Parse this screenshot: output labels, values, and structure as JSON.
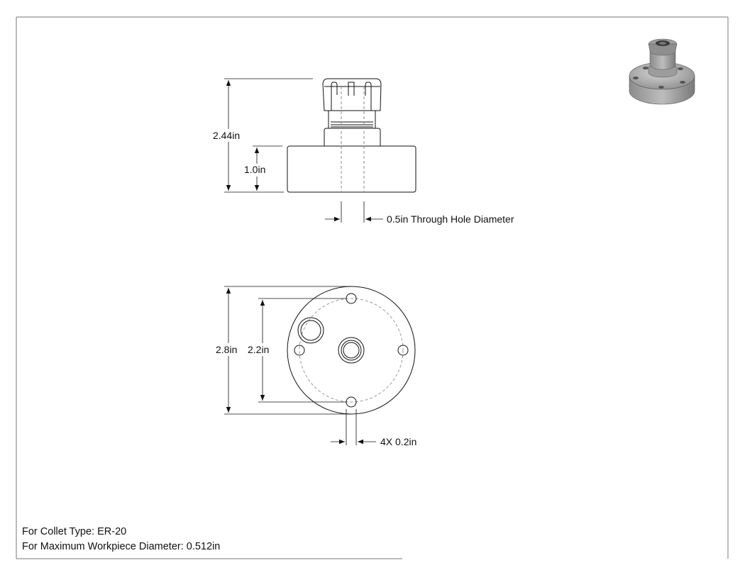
{
  "dimensions": {
    "total_height": "2.44in",
    "base_height": "1.0in",
    "through_hole": "0.5in Through Hole Diameter",
    "outer_diameter": "2.8in",
    "bolt_circle": "2.2in",
    "mounting_holes": "4X 0.2in"
  },
  "notes": {
    "collet_type": "For Collet Type: ER-20",
    "max_workpiece": "For Maximum Workpiece Diameter: 0.512in"
  }
}
